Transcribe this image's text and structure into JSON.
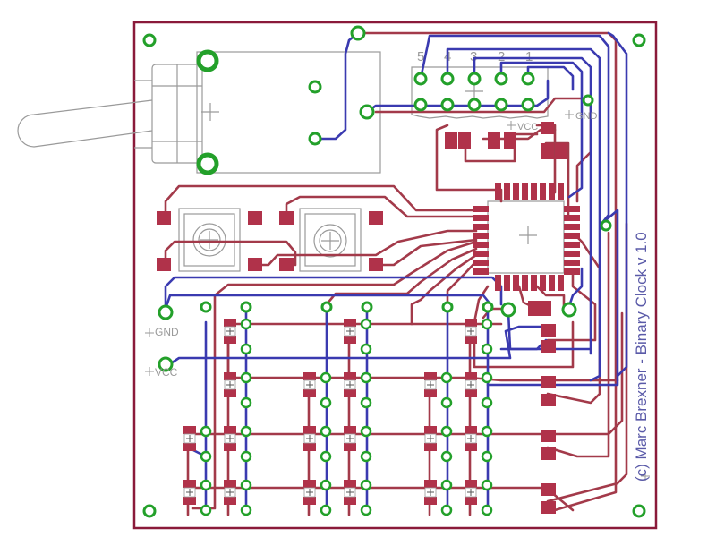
{
  "header_pins": [
    "5",
    "4",
    "3",
    "2",
    "1"
  ],
  "labels": {
    "vcc_header": "VCC",
    "gnd_header": "GND",
    "gnd_power": "GND",
    "vcc_power": "VCC"
  },
  "board_text": "(c) Marc Brexner - Binary Clock v 1.0",
  "colors": {
    "board_outline": "#8a1a3a",
    "top_trace": "#a33a4a",
    "bottom_trace": "#3a3ab0",
    "via_ring": "#23a02a",
    "smd_pad": "#b0324a",
    "silkscreen": "#9a9a9a"
  }
}
